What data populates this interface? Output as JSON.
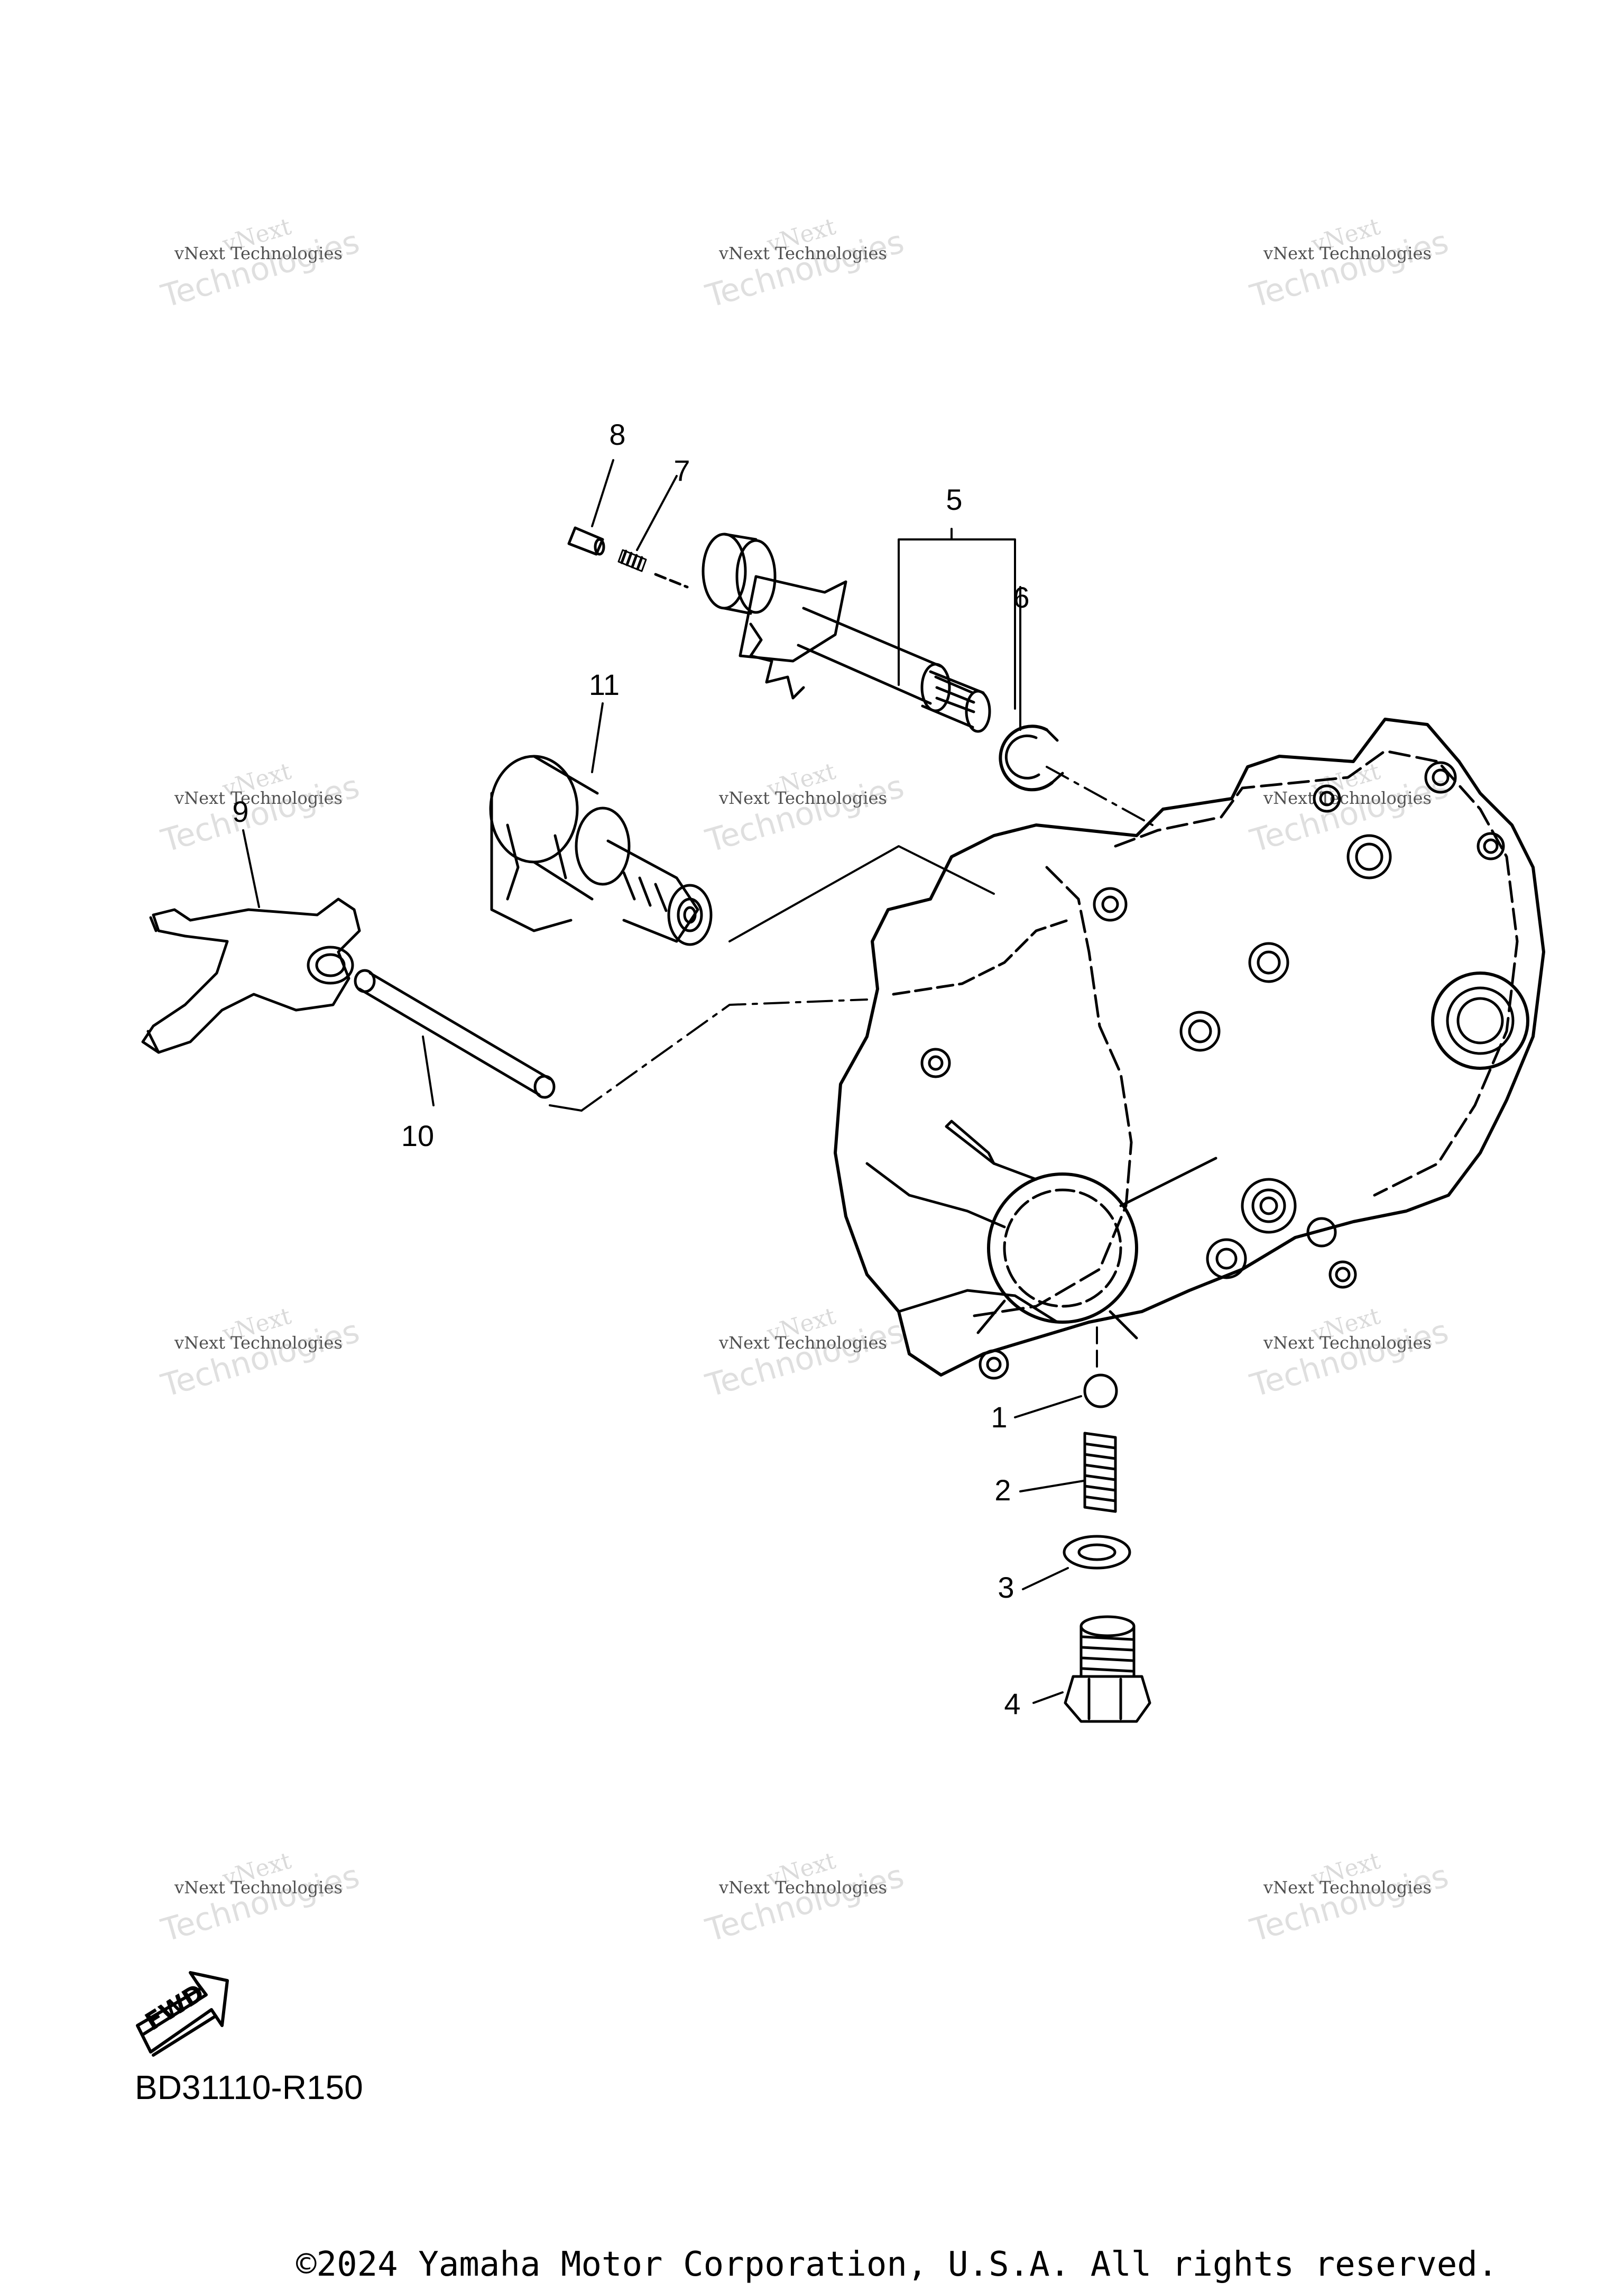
{
  "watermark": {
    "line1": "vNext",
    "line2": "vNext Technologies",
    "line3": "Technologies"
  },
  "callouts": [
    {
      "id": "1",
      "label": "1"
    },
    {
      "id": "2",
      "label": "2"
    },
    {
      "id": "3",
      "label": "3"
    },
    {
      "id": "4",
      "label": "4"
    },
    {
      "id": "5",
      "label": "5"
    },
    {
      "id": "6",
      "label": "6"
    },
    {
      "id": "7",
      "label": "7"
    },
    {
      "id": "8",
      "label": "8"
    },
    {
      "id": "9",
      "label": "9"
    },
    {
      "id": "10",
      "label": "10"
    },
    {
      "id": "11",
      "label": "11"
    }
  ],
  "fwd_label": "FWD",
  "diagram_code": "BD31110-R150",
  "copyright": "©2024 Yamaha Motor Corporation, U.S.A. All rights reserved."
}
